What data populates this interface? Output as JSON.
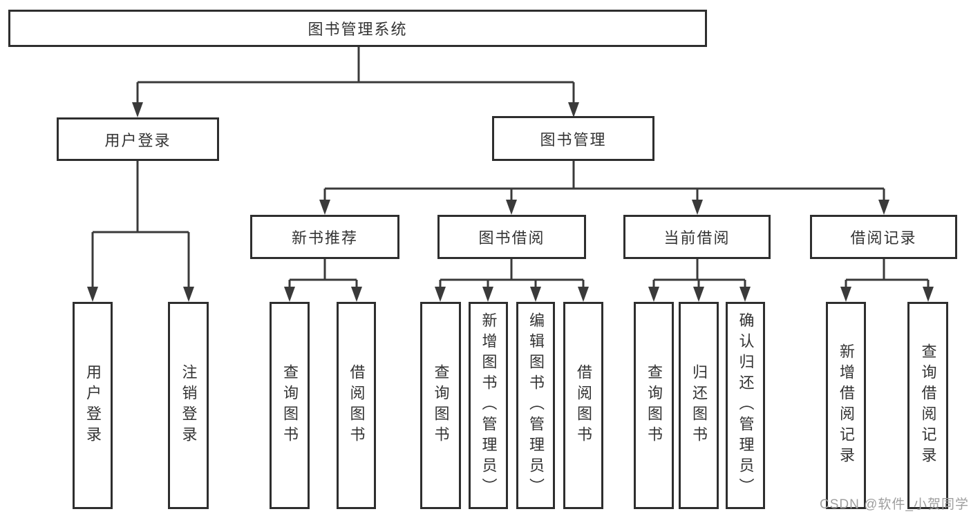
{
  "tree": {
    "root": {
      "label": "图书管理系统"
    },
    "children": [
      {
        "label": "用户登录",
        "children": [
          {
            "label": "用户登录"
          },
          {
            "label": "注销登录"
          }
        ]
      },
      {
        "label": "图书管理",
        "children": [
          {
            "label": "新书推荐",
            "children": [
              {
                "label": "查询图书"
              },
              {
                "label": "借阅图书"
              }
            ]
          },
          {
            "label": "图书借阅",
            "children": [
              {
                "label": "查询图书"
              },
              {
                "label": "新增图书（管理员）"
              },
              {
                "label": "编辑图书（管理员）"
              },
              {
                "label": "借阅图书"
              }
            ]
          },
          {
            "label": "当前借阅",
            "children": [
              {
                "label": "查询图书"
              },
              {
                "label": "归还图书"
              },
              {
                "label": "确认归还（管理员）"
              }
            ]
          },
          {
            "label": "借阅记录",
            "children": [
              {
                "label": "新增借阅记录"
              },
              {
                "label": "查询借阅记录"
              }
            ]
          }
        ]
      }
    ]
  },
  "watermark": {
    "text": "CSDN @软件_小贺同学"
  },
  "colors": {
    "background": "#ffffff",
    "box_border": "#2e2e2e",
    "connector": "#3a3a3a",
    "text": "#333333",
    "watermark": "#9e9e9e"
  }
}
